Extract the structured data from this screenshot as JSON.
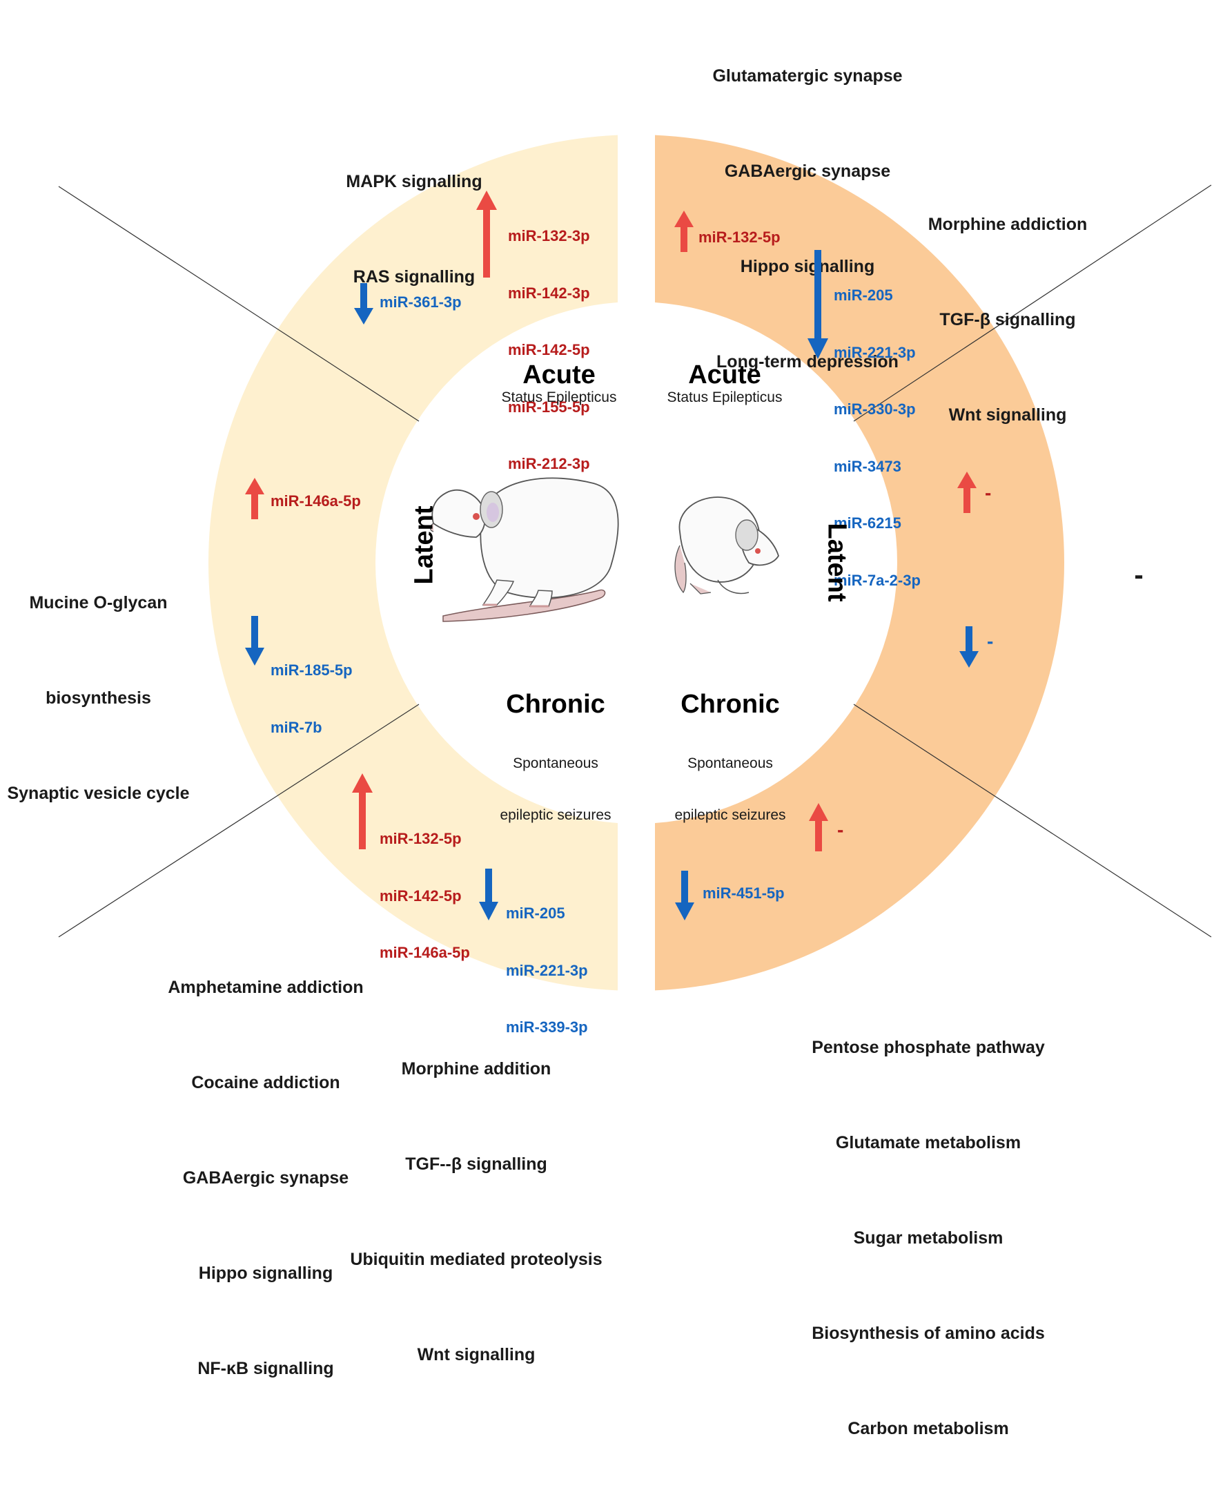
{
  "colors": {
    "left_ring": "#FEF0CF",
    "right_ring": "#FBCB98",
    "up_arrow": "#EA4A43",
    "down_arrow": "#1565C0",
    "up_text": "#B71C1C",
    "down_text": "#1565C0"
  },
  "left_panel": {
    "acute": {
      "title": "Acute",
      "subtitle": "Status Epilepticus",
      "up_mirnas": [
        "miR-132-3p",
        "miR-142-3p",
        "miR-142-5p",
        "miR-155-5p",
        "miR-212-3p"
      ],
      "down_mirnas": [
        "miR-361-3p"
      ],
      "pathways": [
        "MAPK signalling",
        "RAS signalling"
      ]
    },
    "latent": {
      "title": "Latent",
      "up_mirnas": [
        "miR-146a-5p"
      ],
      "down_mirnas": [
        "miR-185-5p",
        "miR-7b"
      ],
      "pathways": [
        "Mucine O-glycan",
        "biosynthesis",
        "Synaptic vesicle cycle"
      ]
    },
    "chronic": {
      "title": "Chronic",
      "subtitle_lines": [
        "Spontaneous",
        "epileptic seizures"
      ],
      "up_mirnas": [
        "miR-132-5p",
        "miR-142-5p",
        "miR-146a-5p"
      ],
      "down_mirnas": [
        "miR-205",
        "miR-221-3p",
        "miR-339-3p"
      ],
      "pathways_left": [
        "Amphetamine addiction",
        "Cocaine addiction",
        "GABAergic synapse",
        "Hippo signalling",
        "NF-κB signalling"
      ],
      "pathways_right": [
        "Morphine addition",
        "TGF--β signalling",
        "Ubiquitin mediated proteolysis",
        "Wnt signalling"
      ]
    },
    "animal_icon": "adult-rat-icon"
  },
  "right_panel": {
    "acute": {
      "title": "Acute",
      "subtitle": "Status Epilepticus",
      "up_mirnas": [
        "miR-132-5p"
      ],
      "down_mirnas": [
        "miR-205",
        "miR-221-3p",
        "miR-330-3p",
        "miR-3473",
        "miR-6215",
        "miR-7a-2-3p"
      ],
      "pathways_top": [
        "Glutamatergic synapse",
        "GABAergic synapse",
        "Hippo signalling",
        "Long-term depression"
      ],
      "pathways_right": [
        "Morphine addiction",
        "TGF-β signalling",
        "Wnt signalling"
      ]
    },
    "latent": {
      "title": "Latent",
      "up_mirnas": [
        "-"
      ],
      "down_mirnas": [
        "-"
      ],
      "pathways": [
        "-"
      ]
    },
    "chronic": {
      "title": "Chronic",
      "subtitle_lines": [
        "Spontaneous",
        "epileptic seizures"
      ],
      "up_mirnas": [
        "-"
      ],
      "down_mirnas": [
        "miR-451-5p"
      ],
      "pathways": [
        "Pentose phosphate pathway",
        "Glutamate metabolism",
        "Sugar metabolism",
        "Biosynthesis of amino acids",
        "Carbon metabolism"
      ]
    },
    "animal_icon": "young-rat-icon"
  }
}
